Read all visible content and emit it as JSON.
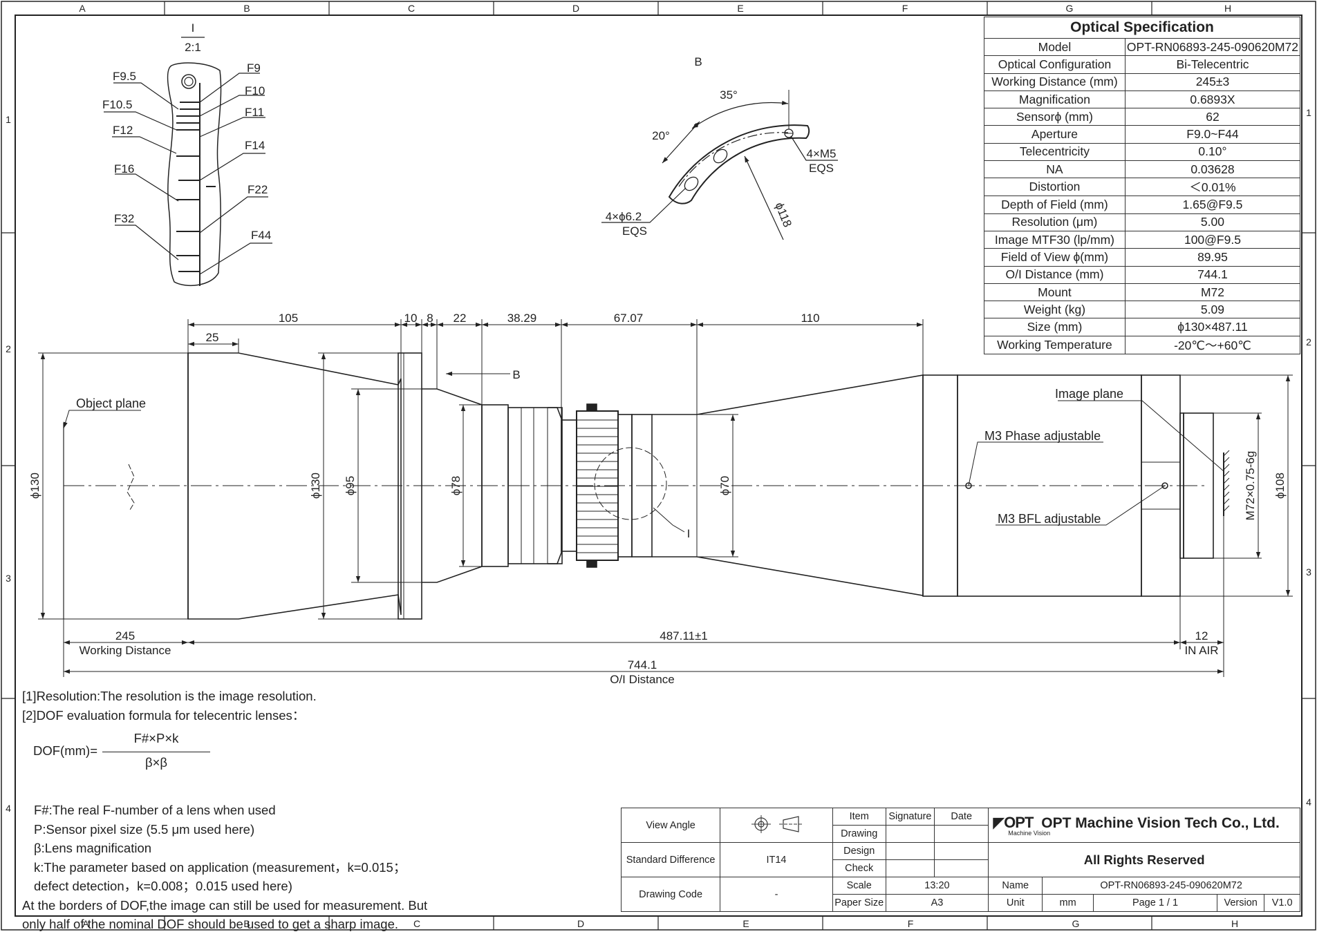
{
  "frame": {
    "col_labels": [
      "A",
      "B",
      "C",
      "D",
      "E",
      "F",
      "G",
      "H"
    ],
    "row_labels": [
      "1",
      "2",
      "3",
      "4"
    ]
  },
  "spec": {
    "title": "Optical Specification",
    "rows": [
      {
        "k": "Model",
        "v": "OPT-RN06893-245-090620M72"
      },
      {
        "k": "Optical Configuration",
        "v": "Bi-Telecentric"
      },
      {
        "k": "Working Distance (mm)",
        "v": "245±3"
      },
      {
        "k": "Magnification",
        "v": "0.6893X"
      },
      {
        "k": "Sensorϕ (mm)",
        "v": "62"
      },
      {
        "k": "Aperture",
        "v": "F9.0~F44"
      },
      {
        "k": "Telecentricity",
        "v": "0.10°"
      },
      {
        "k": "NA",
        "v": "0.03628"
      },
      {
        "k": "Distortion",
        "v": "＜0.01%"
      },
      {
        "k": "Depth of Field (mm)",
        "v": "1.65@F9.5"
      },
      {
        "k": "Resolution (μm)",
        "v": "5.00"
      },
      {
        "k": "Image MTF30 (lp/mm)",
        "v": "100@F9.5"
      },
      {
        "k": "Field of View ϕ(mm)",
        "v": "89.95"
      },
      {
        "k": "O/I Distance (mm)",
        "v": "744.1"
      },
      {
        "k": "Mount",
        "v": "M72"
      },
      {
        "k": "Weight (kg)",
        "v": "5.09"
      },
      {
        "k": "Size (mm)",
        "v": "ϕ130×487.11"
      },
      {
        "k": "Working Temperature",
        "v": "-20℃～+60℃"
      }
    ]
  },
  "detail_i": {
    "title": "I",
    "scale": "2:1",
    "labels": [
      "F9",
      "F9.5",
      "F10",
      "F10.5",
      "F11",
      "F12",
      "F14",
      "F16",
      "F22",
      "F32",
      "F44"
    ]
  },
  "detail_b": {
    "title": "B",
    "angle1": "35°",
    "angle2": "20°",
    "hole1": "4×M5",
    "hole1_sub": "EQS",
    "hole2": "4×ϕ6.2",
    "hole2_sub": "EQS",
    "dia": "ϕ118"
  },
  "dims": {
    "top": [
      "105",
      "25",
      "10",
      "8",
      "22",
      "38.29",
      "67.07",
      "110"
    ],
    "diameters": [
      "ϕ130",
      "ϕ130",
      "ϕ95",
      "ϕ78",
      "ϕ70",
      "ϕ108"
    ],
    "thread": "M72×0.75-6g",
    "wd": "245",
    "wd_label": "Working Distance",
    "length": "487.11±1",
    "air": "12",
    "air_label": "IN AIR",
    "oi": "744.1",
    "oi_label": "O/I Distance",
    "view_b": "B",
    "detail_ref": "I"
  },
  "callouts": {
    "object_plane": "Object plane",
    "image_plane": "Image plane",
    "phase": "M3 Phase adjustable",
    "bfl": "M3 BFL adjustable"
  },
  "notes": {
    "n1": "[1]Resolution:The resolution is  the image resolution.",
    "n2": "[2]DOF evaluation formula for telecentric lenses：",
    "formula_lhs": "DOF(mm)=",
    "formula_num": "F#×P×k",
    "formula_den": "β×β",
    "d1": "F#:The real F-number of a lens when used",
    "d2": "P:Sensor pixel size (5.5 μm used here)",
    "d3": "β:Lens magnification",
    "d4": "k:The parameter based on application (measurement，k=0.015；",
    "d5": "defect detection，k=0.008；0.015 used here)",
    "d6": "At the borders of DOF,the image can still be used for measurement. But",
    "d7": "only half of the nominal DOF should be used to get a sharp image."
  },
  "titleblock": {
    "view_angle": "View Angle",
    "std_diff": "Standard Difference",
    "std_val": "IT14",
    "drawing_code": "Drawing Code",
    "code_val": "-",
    "item": "Item",
    "signature": "Signature",
    "date": "Date",
    "drawing": "Drawing",
    "design": "Design",
    "check": "Check",
    "scale": "Scale",
    "scale_val": "13:20",
    "paper": "Paper Size",
    "paper_val": "A3",
    "logo_mark": "OPT",
    "logo_sub": "Machine Vision",
    "company": "OPT Machine Vision Tech Co., Ltd.",
    "rights": "All Rights Reserved",
    "name": "Name",
    "name_val": "OPT-RN06893-245-090620M72",
    "unit": "Unit",
    "unit_val": "mm",
    "page": "Page  1 / 1",
    "version": "Version",
    "version_val": "V1.0"
  }
}
